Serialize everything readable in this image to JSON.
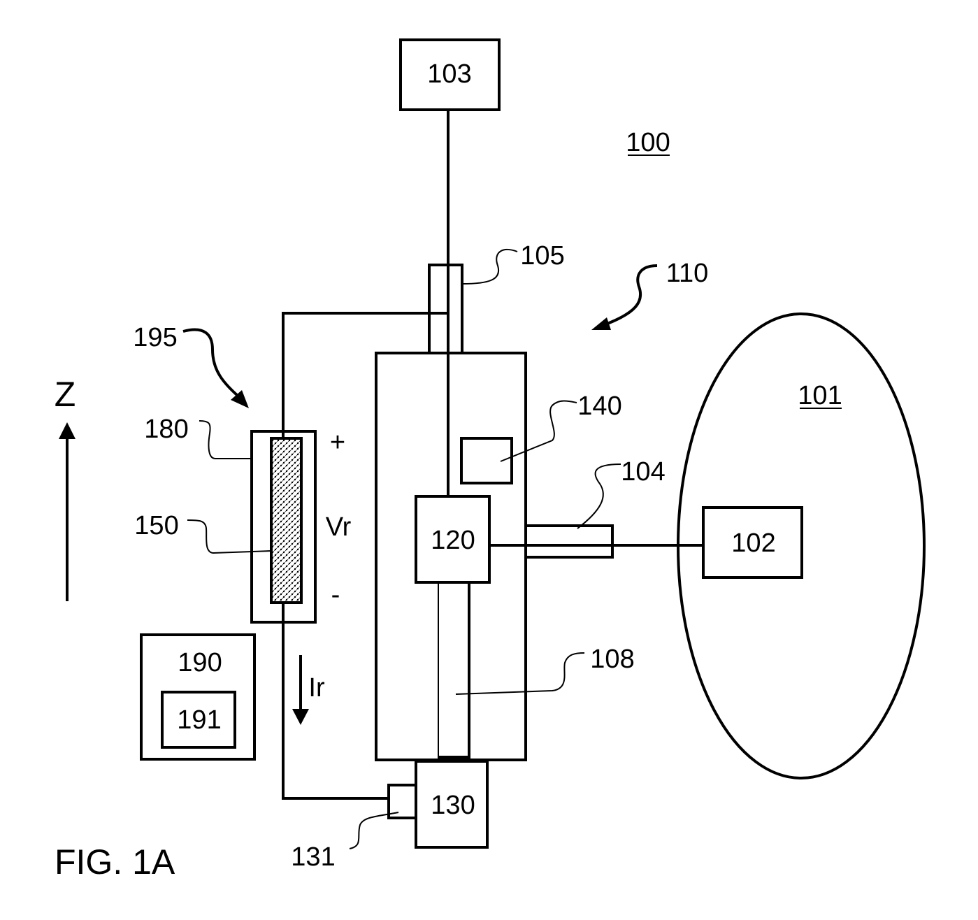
{
  "figure": {
    "caption": "FIG. 1A",
    "axis_label": "Z",
    "labels": {
      "n100": "100",
      "n101": "101",
      "n102": "102",
      "n103": "103",
      "n104": "104",
      "n105": "105",
      "n108": "108",
      "n110": "110",
      "n120": "120",
      "n130": "130",
      "n131": "131",
      "n140": "140",
      "n150": "150",
      "n180": "180",
      "n190": "190",
      "n191": "191",
      "n195": "195"
    },
    "symbols": {
      "plus": "+",
      "minus": "-",
      "voltage": "Vr",
      "current": "Ir"
    },
    "colors": {
      "ink": "#000000",
      "background": "#ffffff"
    }
  }
}
